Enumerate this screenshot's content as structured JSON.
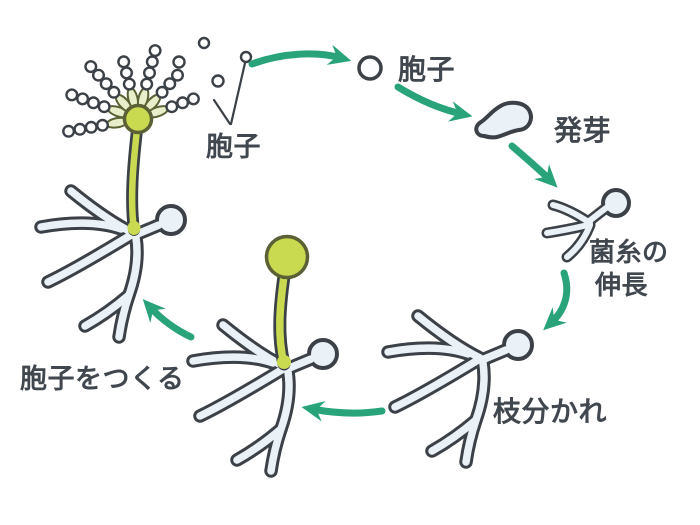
{
  "diagram_labels": {
    "spores_pointer": "胞子",
    "spore": "胞子",
    "germination": "発芽",
    "hyphal_elongation_line1": "菌糸の",
    "hyphal_elongation_line2": "伸長",
    "branching": "枝分かれ",
    "making_spores": "胞子をつくる"
  },
  "cycle_stages": [
    "胞子",
    "発芽",
    "菌糸の伸長",
    "枝分かれ",
    "胞子をつくる"
  ],
  "colors": {
    "arrow-green": "#29a37a",
    "spore-green": "#c9da51",
    "phialide-green": "#e8eec9",
    "green-outline": "#5b6134",
    "hypha-fill": "#eaf1f7",
    "outline-dark": "#3b4147",
    "text-dark": "#41474e",
    "background": "#ffffff"
  }
}
